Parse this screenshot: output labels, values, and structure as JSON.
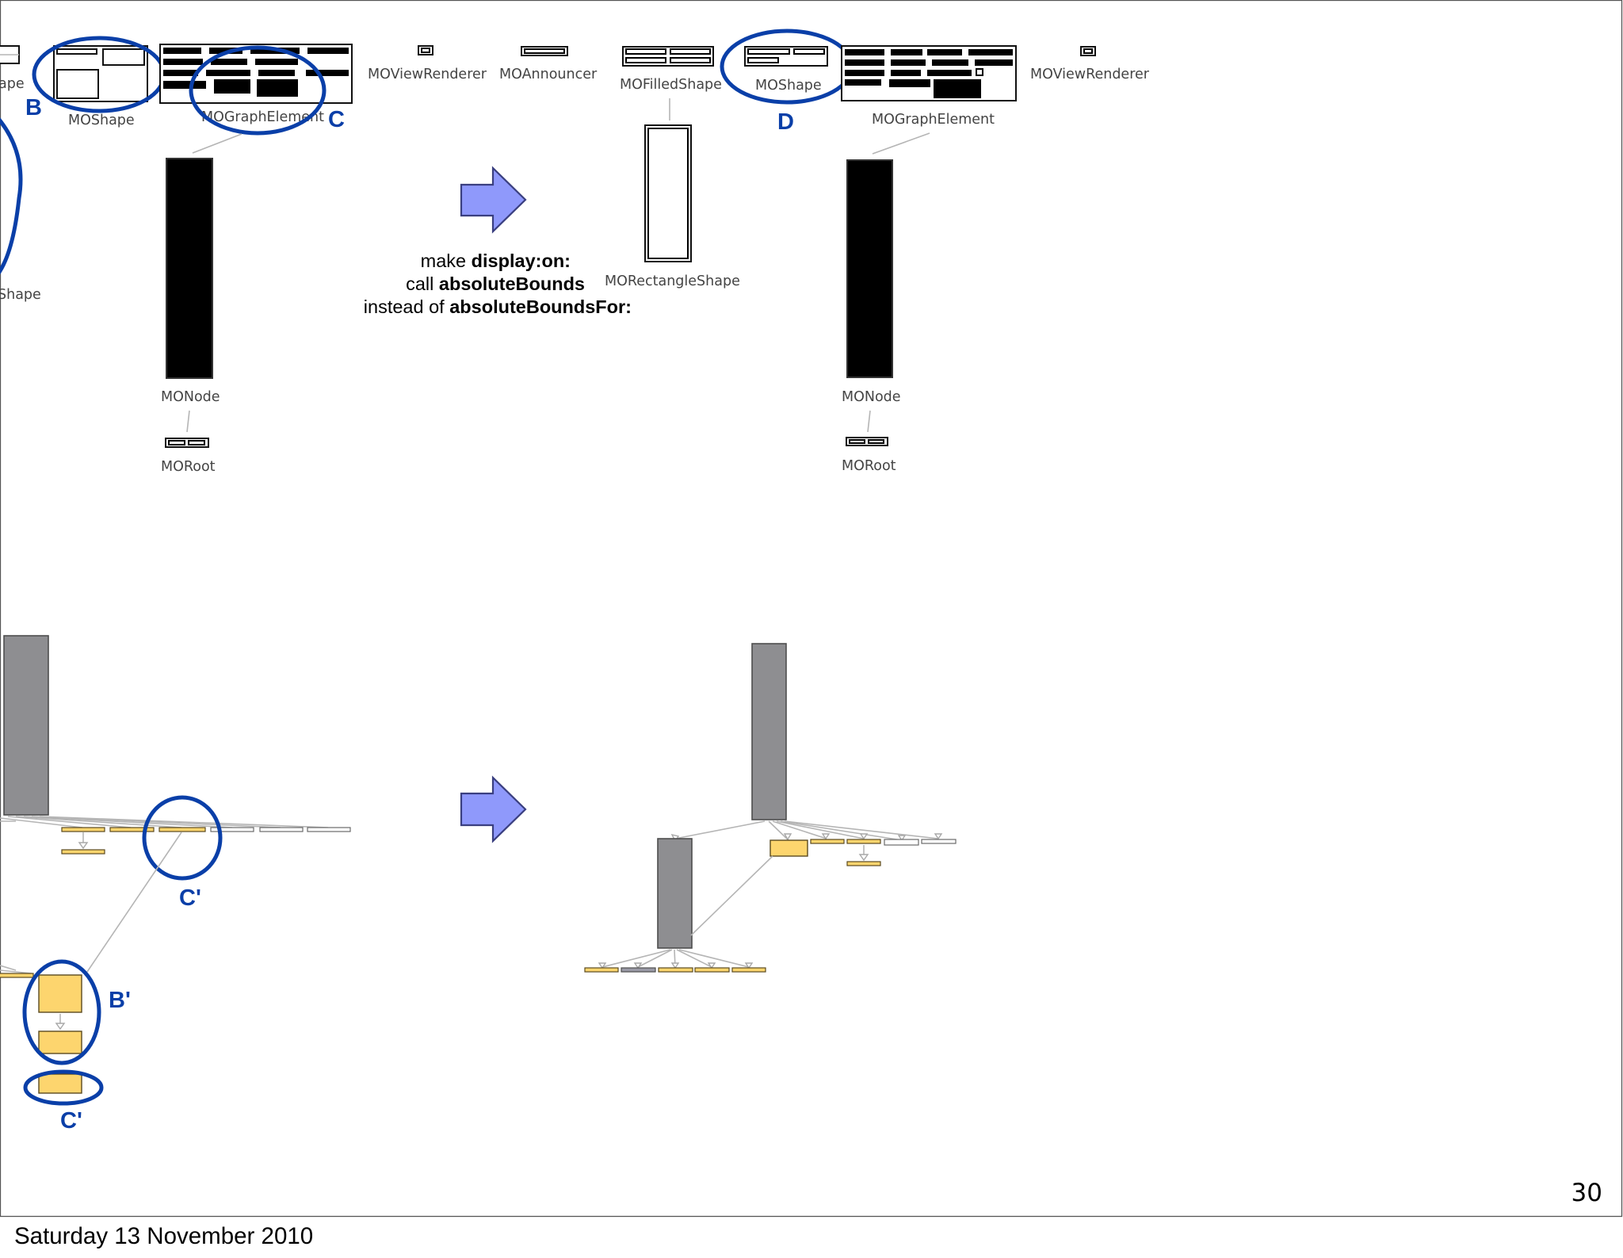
{
  "labels": {
    "shape_cut_top": "ape",
    "shape_cut_left": "Shape",
    "left_moshape": "MOShape",
    "left_mographelement": "MOGraphElement",
    "moviewrenderer_a": "MOViewRenderer",
    "moannouncer": "MOAnnouncer",
    "mofilledshape": "MOFilledShape",
    "right_moshape": "MOShape",
    "right_mographelement": "MOGraphElement",
    "moviewrenderer_b": "MOViewRenderer",
    "morectangleshape": "MORectangleShape",
    "left_monode": "MONode",
    "left_moroot": "MORoot",
    "right_monode": "MONode",
    "right_moroot": "MORoot"
  },
  "markers": {
    "b": "B",
    "c": "C",
    "d": "D",
    "c_prime_upper": "C'",
    "b_prime": "B'",
    "c_prime_lower": "C'"
  },
  "caption": {
    "line1_plain": "make ",
    "line1_bold": "display:on:",
    "line2_plain": "call ",
    "line2_bold": "absoluteBounds",
    "line3_plain": "instead of ",
    "line3_bold": "absoluteBoundsFor:"
  },
  "colors": {
    "marker_blue": "#0a3fa8",
    "arrow_fill": "#8f99fb",
    "node_gray": "#8e8e91",
    "node_yellow": "#fdd56e"
  },
  "page_number": "30",
  "footer_date": "Saturday 13 November 2010"
}
